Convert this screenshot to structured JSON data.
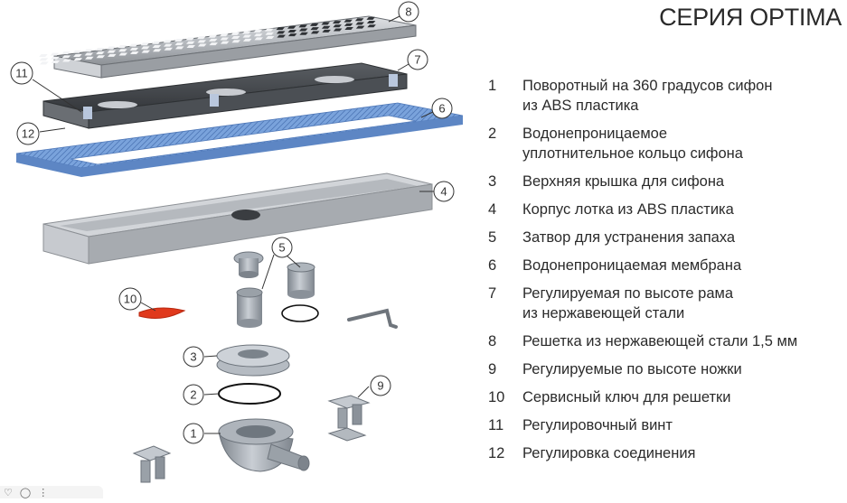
{
  "title": "СЕРИЯ OPTIMA",
  "legend": [
    {
      "num": "1",
      "lines": [
        "Поворотный на 360 градусов сифон",
        "из ABS пластика"
      ]
    },
    {
      "num": "2",
      "lines": [
        "Водонепроницаемое",
        "уплотнительное кольцо сифона"
      ]
    },
    {
      "num": "3",
      "lines": [
        "Верхняя крышка для сифона"
      ]
    },
    {
      "num": "4",
      "lines": [
        "Корпус лотка из ABS пластика"
      ]
    },
    {
      "num": "5",
      "lines": [
        "Затвор для устранения запаха"
      ]
    },
    {
      "num": "6",
      "lines": [
        "Водонепроницаемая мембрана"
      ]
    },
    {
      "num": "7",
      "lines": [
        "Регулируемая по высоте рама",
        "из нержавеющей стали"
      ]
    },
    {
      "num": "8",
      "lines": [
        "Решетка из нержавеющей стали 1,5 мм"
      ]
    },
    {
      "num": "9",
      "lines": [
        "Регулируемые по высоте ножки"
      ]
    },
    {
      "num": "10",
      "lines": [
        "Сервисный ключ для решетки"
      ]
    },
    {
      "num": "11",
      "lines": [
        "Регулировочный винт"
      ]
    },
    {
      "num": "12",
      "lines": [
        "Регулировка соединения"
      ]
    }
  ],
  "callouts": [
    "1",
    "2",
    "3",
    "4",
    "5",
    "6",
    "7",
    "8",
    "9",
    "10",
    "11",
    "12"
  ],
  "toolbar": {
    "icons": [
      "heart-icon",
      "comment-icon",
      "more-icon"
    ],
    "glyphs": [
      "♡",
      "◯",
      "⋮"
    ]
  },
  "colors": {
    "membrane": "#6b97d6",
    "steel": "#a9adb3",
    "key": "#e0391c"
  }
}
